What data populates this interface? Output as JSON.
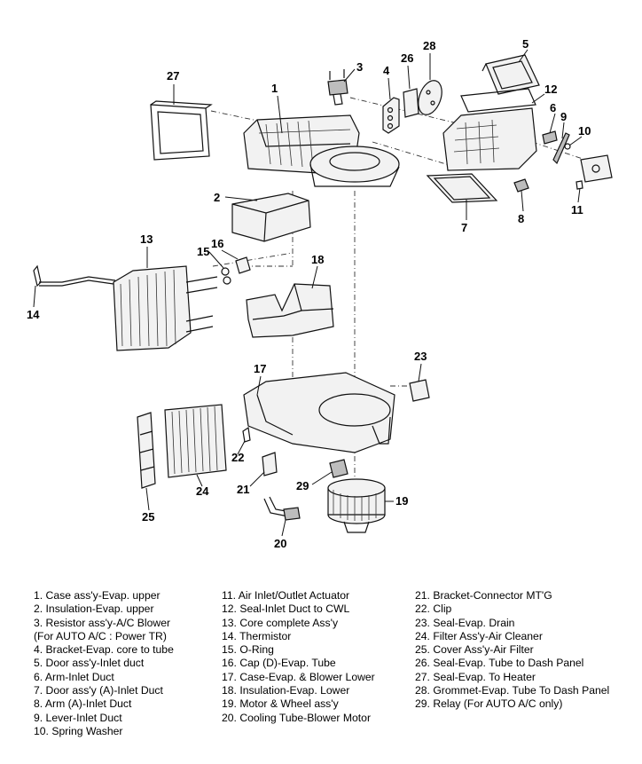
{
  "callouts": {
    "c1": "1",
    "c2": "2",
    "c3": "3",
    "c4": "4",
    "c5": "5",
    "c6": "6",
    "c7": "7",
    "c8": "8",
    "c9": "9",
    "c10": "10",
    "c11": "11",
    "c12": "12",
    "c13": "13",
    "c14": "14",
    "c15": "15",
    "c16": "16",
    "c17": "17",
    "c18": "18",
    "c19": "19",
    "c20": "20",
    "c21": "21",
    "c22": "22",
    "c23": "23",
    "c24": "24",
    "c25": "25",
    "c26": "26",
    "c27": "27",
    "c28": "28",
    "c29": "29"
  },
  "legend": {
    "col1": [
      "1.   Case ass'y-Evap. upper",
      "2.   Insulation-Evap. upper",
      "3.   Resistor ass'y-A/C Blower",
      "       (For AUTO A/C : Power TR)",
      "4.   Bracket-Evap. core to tube",
      "5.   Door ass'y-Inlet duct",
      "6.   Arm-Inlet Duct",
      "7.   Door ass'y (A)-Inlet Duct",
      "8.   Arm (A)-Inlet Duct",
      "9.   Lever-Inlet Duct",
      "10.  Spring Washer"
    ],
    "col2": [
      "11. Air Inlet/Outlet Actuator",
      "12. Seal-Inlet Duct to CWL",
      "13. Core complete Ass'y",
      "14. Thermistor",
      "15. O-Ring",
      "16. Cap (D)-Evap. Tube",
      "17. Case-Evap. & Blower Lower",
      "18. Insulation-Evap. Lower",
      "19. Motor & Wheel ass'y",
      "20.  Cooling Tube-Blower Motor"
    ],
    "col3": [
      "21. Bracket-Connector MT'G",
      "22. Clip",
      "23. Seal-Evap. Drain",
      "24. Filter Ass'y-Air Cleaner",
      "25. Cover Ass'y-Air Filter",
      "26. Seal-Evap. Tube to Dash Panel",
      "27. Seal-Evap. To Heater",
      "28. Grommet-Evap. Tube To Dash Panel",
      "29. Relay (For AUTO A/C only)"
    ]
  }
}
